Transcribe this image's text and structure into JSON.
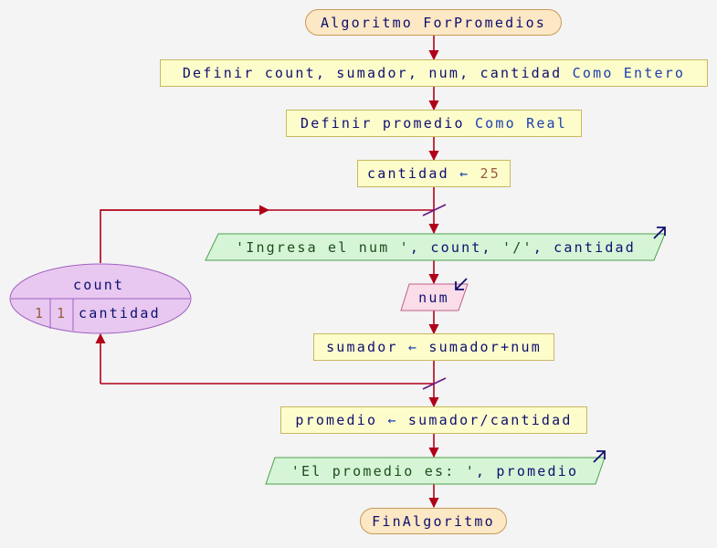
{
  "diagram": {
    "start": "Algoritmo ForPromedios",
    "def_ints": {
      "kw": "Definir",
      "vars": "count, sumador, num, cantidad",
      "as": "Como Entero"
    },
    "def_real": {
      "kw": "Definir",
      "vars": "promedio",
      "as": "Como Real"
    },
    "assign_cantidad": {
      "var": "cantidad",
      "arrow": "←",
      "value": "25"
    },
    "loop": {
      "var": "count",
      "start": "1",
      "step": "1",
      "end": "cantidad"
    },
    "output_prompt": {
      "str1": "'Ingresa el num '",
      "sep1": ", count, ",
      "str2": "'/'",
      "sep2": ", cantidad"
    },
    "input_num": "num",
    "assign_sumador": {
      "var": "sumador",
      "arrow": "←",
      "expr": "sumador+num"
    },
    "assign_promedio": {
      "var": "promedio",
      "arrow": "←",
      "expr": "sumador/cantidad"
    },
    "output_result": {
      "str": "'El promedio es: '",
      "rest": ", promedio"
    },
    "end": "FinAlgoritmo"
  },
  "colors": {
    "arrow": "#b0001a",
    "process_fill": "#fdfdcc",
    "output_fill": "#d6f5d6",
    "input_fill": "#fadde8",
    "loop_fill": "#e8c8f0",
    "terminal_fill": "#fce8c4"
  }
}
